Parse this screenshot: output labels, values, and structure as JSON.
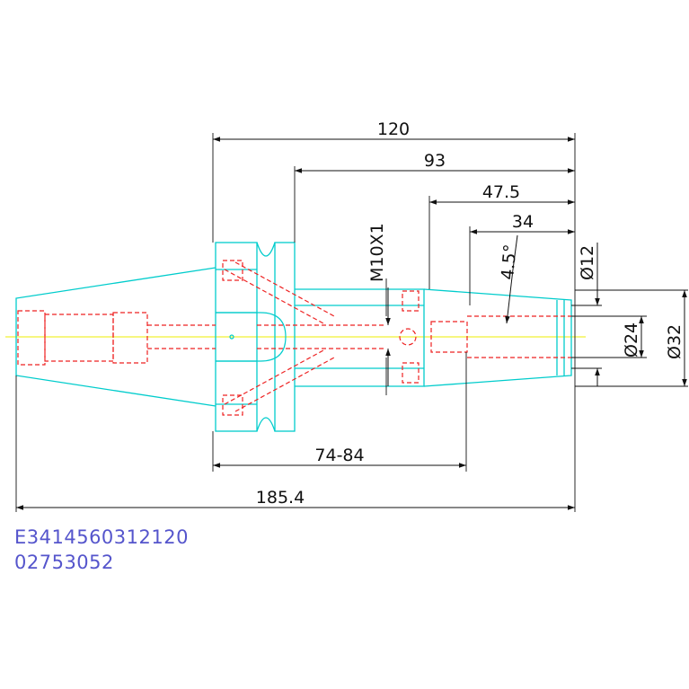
{
  "dimensions": {
    "overall_length": "185.4",
    "flange_to_end": "120",
    "body_length": "93",
    "nose_length": "47.5",
    "taper_length": "34",
    "clamp_range": "74-84",
    "taper_angle": "4.5°",
    "thread": "M10X1",
    "bore_diameter": "Ø12",
    "mid_diameter": "Ø24",
    "outer_diameter": "Ø32"
  },
  "codes": {
    "part_number": "E3414560312120",
    "order_number": "02753052"
  },
  "colors": {
    "outline": "#00cccc",
    "hidden": "#ee2222",
    "centerline": "#eeee00",
    "dimension": "#111111",
    "code_text": "#5555cc"
  }
}
